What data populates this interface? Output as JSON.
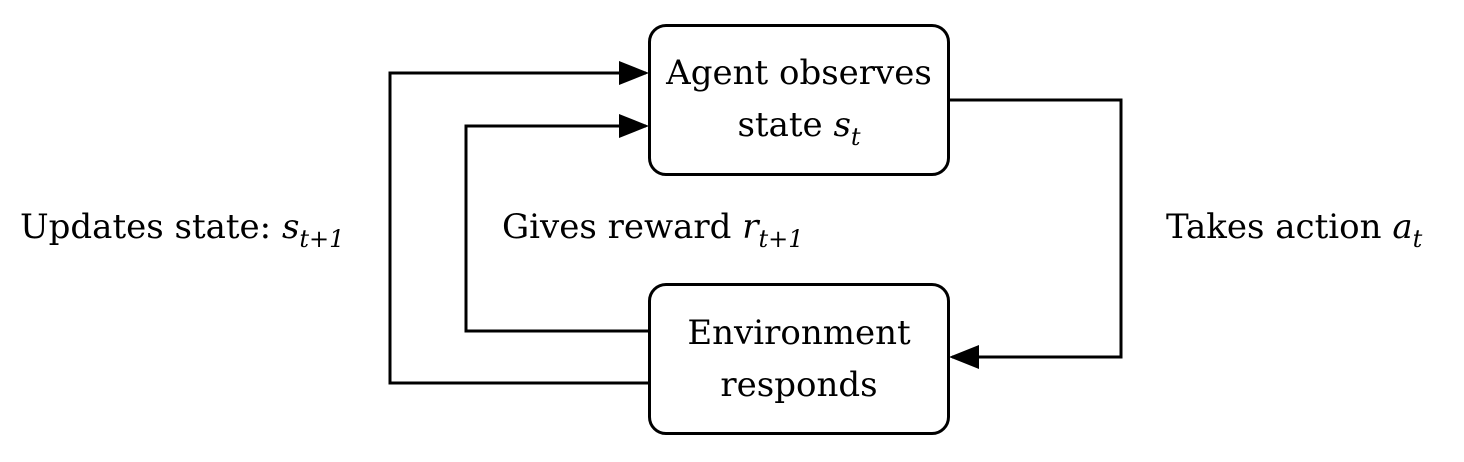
{
  "nodes": {
    "agent": {
      "line1": "Agent observes",
      "line2_text": "state ",
      "line2_var": "s",
      "line2_sub": "t"
    },
    "environment": {
      "line1": "Environment",
      "line2": "responds"
    }
  },
  "edges": {
    "updates_state": {
      "text": "Updates state: ",
      "var": "s",
      "sub": "t+1"
    },
    "gives_reward": {
      "text": "Gives reward ",
      "var": "r",
      "sub": "t+1"
    },
    "takes_action": {
      "text": "Takes action ",
      "var": "a",
      "sub": "t"
    }
  },
  "colors": {
    "stroke": "#000000",
    "background": "#ffffff"
  }
}
